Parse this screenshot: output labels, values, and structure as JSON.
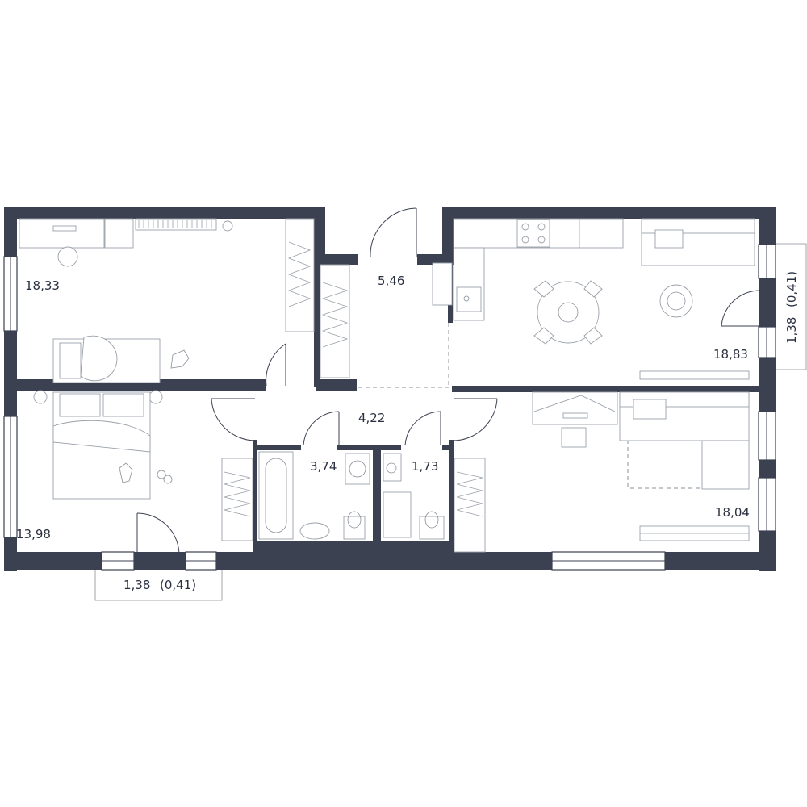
{
  "rooms": [
    {
      "id": "bedroom-1",
      "area": "18,33"
    },
    {
      "id": "hallway",
      "area": "5,46"
    },
    {
      "id": "kitchen-living",
      "area": "18,83"
    },
    {
      "id": "corridor",
      "area": "4,22"
    },
    {
      "id": "bathroom",
      "area": "3,74"
    },
    {
      "id": "wc",
      "area": "1,73"
    },
    {
      "id": "bedroom-2",
      "area": "13,98"
    },
    {
      "id": "living-room",
      "area": "18,04"
    }
  ],
  "balconies": [
    {
      "id": "balcony-bottom",
      "area": "1,38",
      "reduced": "(0,41)"
    },
    {
      "id": "balcony-right",
      "area": "1,38",
      "reduced": "(0,41)"
    }
  ],
  "colors": {
    "wall": "#3b4150",
    "furniture": "#9aa0a8",
    "text": "#2b3040"
  }
}
